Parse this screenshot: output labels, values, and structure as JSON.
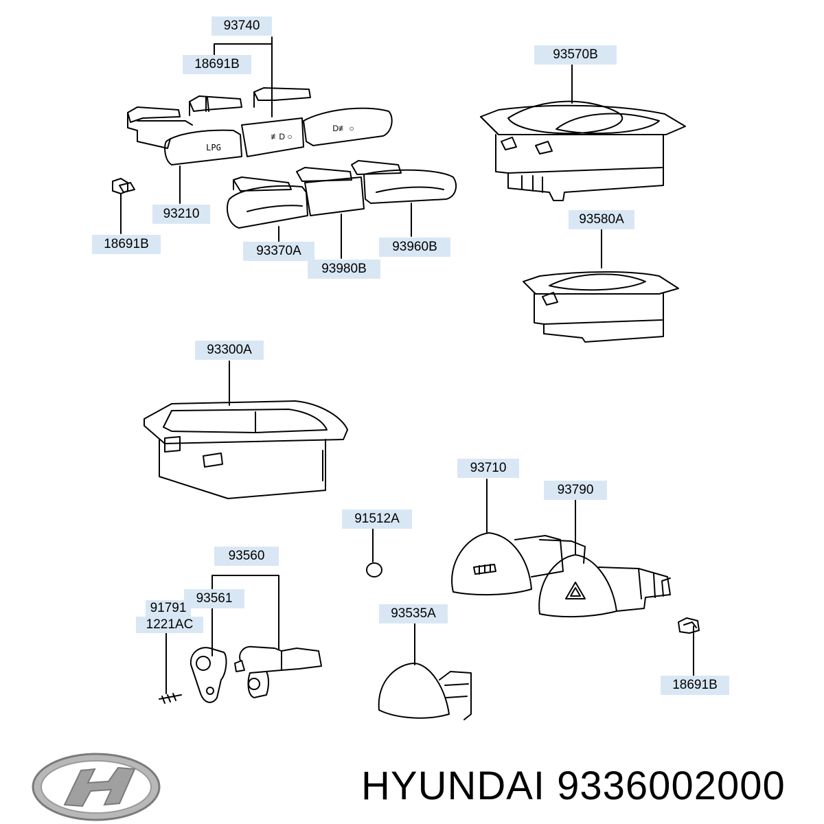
{
  "labels": {
    "p93740": "93740",
    "p18691b_top": "18691B",
    "p93210": "93210",
    "p18691b_left": "18691B",
    "p93370a": "93370A",
    "p93980b": "93980B",
    "p93960b": "93960B",
    "p93570b": "93570B",
    "p93580a": "93580A",
    "p93300a": "93300A",
    "p93710": "93710",
    "p93790": "93790",
    "p91512a": "91512A",
    "p93560": "93560",
    "p93561": "93561",
    "p91791": "91791",
    "p1221ac": "1221AC",
    "p93535a": "93535A",
    "p18691b_right": "18691B"
  },
  "switch_marks": {
    "lpg": "LPG",
    "fog": "≢D ○",
    "rear": "D≢ ○"
  },
  "footer": {
    "brand": "HYUNDAI",
    "part_number": "9336002000"
  },
  "icons": {
    "logo": "hyundai-logo",
    "defrost": "rear-defrost-icon",
    "hazard": "hazard-triangle-icon"
  },
  "colors": {
    "label_bg": "#d9e7f4",
    "line": "#000000"
  }
}
